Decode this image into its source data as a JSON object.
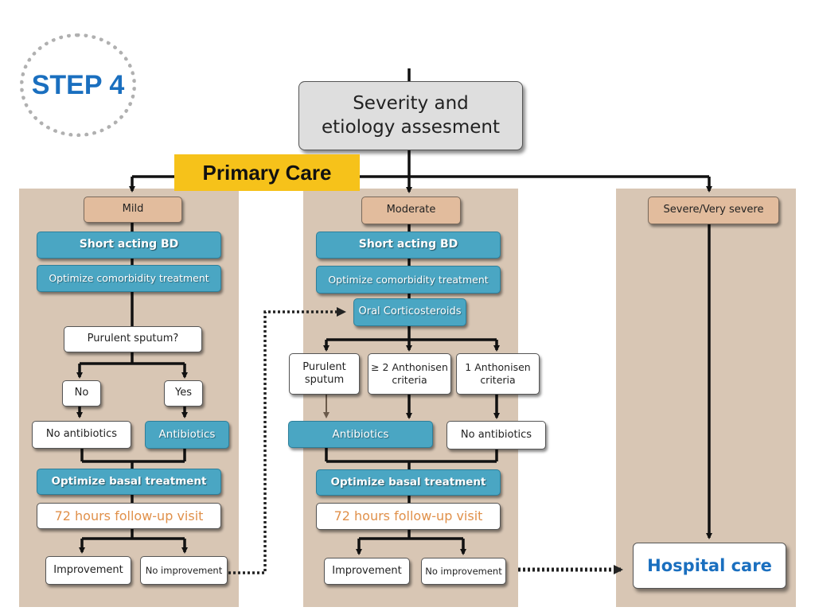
{
  "step_label": "STEP 4",
  "top_node": {
    "line1": "Severity and",
    "line2": "etiology assesment"
  },
  "setting_label": "Primary Care",
  "mild": {
    "header": "Mild",
    "bd": "Short acting BD",
    "comorbidity": "Optimize comorbidity treatment",
    "question": "Purulent sputum?",
    "no": "No",
    "yes": "Yes",
    "no_antibiotics": "No antibiotics",
    "antibiotics": "Antibiotics",
    "basal": "Optimize basal treatment",
    "followup": "72 hours follow-up visit",
    "improvement": "Improvement",
    "no_improvement": "No improvement"
  },
  "moderate": {
    "header": "Moderate",
    "bd": "Short acting BD",
    "comorbidity": "Optimize comorbidity treatment",
    "steroids": "Oral Corticosteroids",
    "purulent": {
      "line1": "Purulent",
      "line2": "sputum"
    },
    "anthonisen2": {
      "line1": "≥ 2 Anthonisen",
      "line2": "criteria"
    },
    "anthonisen1": {
      "line1": "1 Anthonisen",
      "line2": "criteria"
    },
    "antibiotics": "Antibiotics",
    "no_antibiotics": "No antibiotics",
    "basal": "Optimize basal treatment",
    "followup": "72 hours follow-up visit",
    "improvement": "Improvement",
    "no_improvement": "No improvement"
  },
  "severe": {
    "header": "Severe/Very severe",
    "hospital": "Hospital care"
  },
  "colors": {
    "column_bg": "#d8c6b4",
    "step_text": "#1a6fbf",
    "primary_care_bg": "#f6c21a",
    "treatment_blue": "#4aa6c3",
    "severity_tan": "#e2bc9d",
    "followup_text": "#e0904a"
  }
}
